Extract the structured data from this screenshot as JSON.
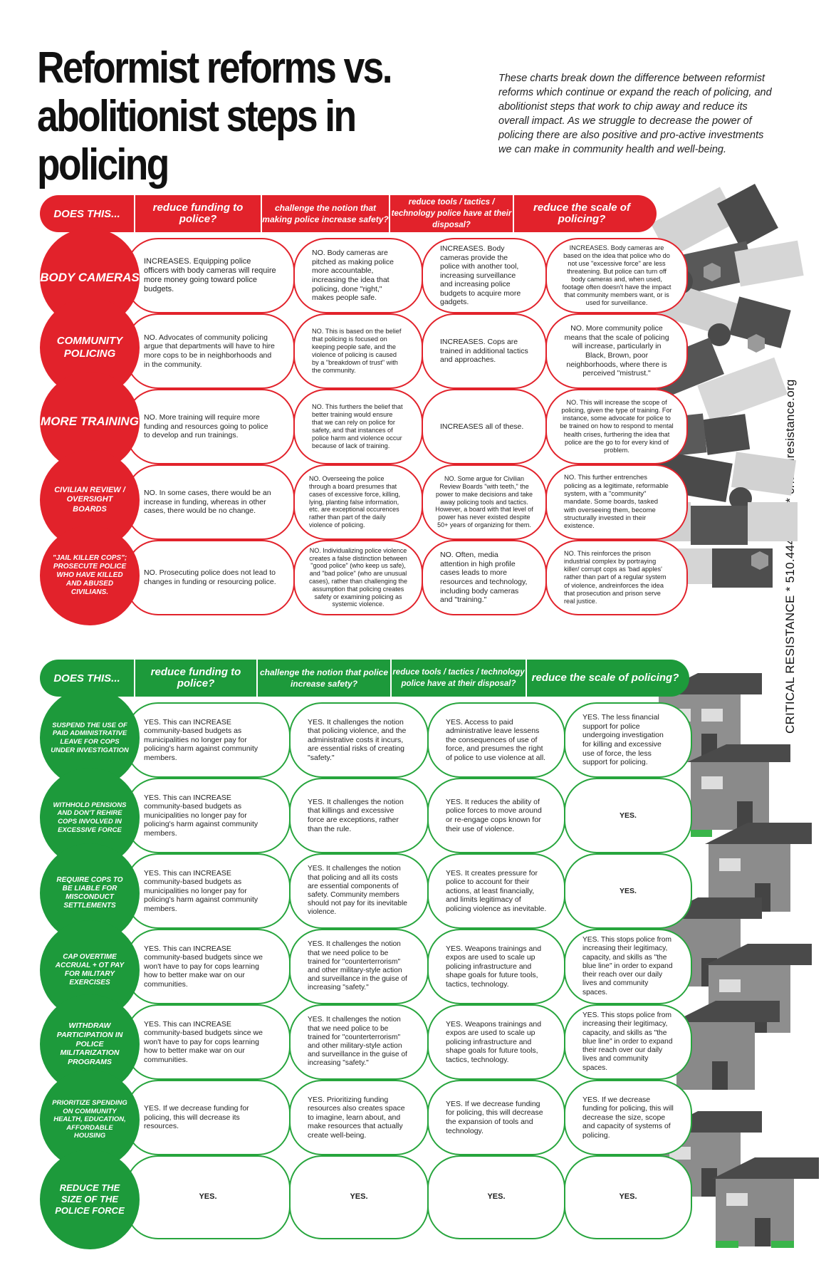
{
  "title": "Reformist reforms vs. abolitionist steps in policing",
  "intro": "These charts break down the difference between reformist reforms which continue or expand the reach of policing, and abolitionist steps that work to chip away and reduce its overall impact. As we struggle to decrease the power of policing there are also positive and pro-active investments we can make in community health and well-being.",
  "sidebar": "CRITICAL RESISTANCE * 510.444.0484 * criticalresistance.org",
  "colors": {
    "red": "#e2222b",
    "green": "#1d9a3b",
    "gray": "#555555"
  },
  "reformist": {
    "header": {
      "label": "DOES THIS...",
      "columns": [
        "reduce funding to police?",
        "challenge the notion that making police increase safety?",
        "reduce tools / tactics / technology police have at their disposal?",
        "reduce the scale of policing?"
      ]
    },
    "rows": [
      {
        "label": "BODY CAMERAS",
        "cells": [
          "INCREASES. Equipping police officers with body cameras will require more money going toward police budgets.",
          "NO. Body cameras are pitched as making police more accountable, increasing the idea that policing, done \"right,\" makes people safe.",
          "INCREASES. Body cameras provide the police with another tool, increasing surveillance and increasing police budgets to acquire more gadgets.",
          "INCREASES. Body cameras are based on the idea that police who do not use \"excessive force\" are less threatening. But police can turn off body cameras and, when used, footage often doesn't have the impact that community members want, or is used for surveillance."
        ]
      },
      {
        "label": "COMMUNITY POLICING",
        "cells": [
          "NO. Advocates of community policing argue that departments will have to hire more cops to be in neighborhoods and in the community.",
          "NO. This is based on the belief that policing is focused on keeping people safe, and the violence of policing is caused by a \"breakdown of trust\" with the community.",
          "INCREASES. Cops are trained in additional tactics and approaches.",
          "NO. More community police means that the scale of policing will increase, particularly in Black, Brown, poor neighborhoods, where there is perceived \"mistrust.\""
        ]
      },
      {
        "label": "MORE TRAINING",
        "cells": [
          "NO. More training will require more funding and resources going to police to develop and run trainings.",
          "NO. This furthers the belief that better training would ensure that we can rely on police for safety, and that instances of police harm and violence occur because of lack of training.",
          "INCREASES all of these.",
          "NO. This will increase the scope of policing, given the type of training. For instance, some advocate for police to be trained on how to respond to mental health crises, furthering the idea that police are the go to for every kind of problem."
        ]
      },
      {
        "label": "CIVILIAN REVIEW / OVERSIGHT BOARDS",
        "cells": [
          "NO. In some cases, there would be an increase in funding, whereas in other cases, there would be no change.",
          "NO. Overseeing the police through a board presumes that cases of excessive force, killing, lying, planting false information, etc. are exceptional occurences rather than part of the daily violence of policing.",
          "NO. Some argue for Civilian Review Boards \"with teeth,\" the power to make decisions and take away policing tools and tactics. However, a board with that level of power has never existed despite 50+ years of organizing for them.",
          "NO. This further entrenches policing as a legitimate, reformable system, with a \"community\" mandate. Some boards, tasked with overseeing them, become structurally invested in their existence."
        ]
      },
      {
        "label": "\"JAIL KILLER COPS\"; PROSECUTE POLICE WHO HAVE KILLED AND ABUSED CIVILIANS.",
        "cells": [
          "NO. Prosecuting police does not lead to changes in funding or resourcing police.",
          "NO. Individualizing police violence creates a false distinction between \"good police\" (who keep us safe), and \"bad police\" (who are unusual cases), rather than challenging the assumption that policing creates safety or examining policing as systemic violence.",
          "NO. Often, media attention in high profile cases leads to more resources and technology, including body cameras and \"training.\"",
          "NO. This reinforces the prison industrial complex by portraying killer/ corrupt cops as 'bad apples' rather than part of a regular system of violence, andreinforces the idea that prosecution and prison serve real justice."
        ]
      }
    ]
  },
  "abolitionist": {
    "header": {
      "label": "DOES THIS...",
      "columns": [
        "reduce funding to police?",
        "challenge the notion that police increase safety?",
        "reduce tools / tactics / technology police have at their disposal?",
        "reduce the scale of policing?"
      ]
    },
    "rows": [
      {
        "label": "SUSPEND THE USE OF PAID ADMINISTRATIVE LEAVE FOR COPS UNDER INVESTIGATION",
        "cells": [
          "YES. This can INCREASE community-based budgets as municipalities no longer pay for policing's harm against community members.",
          "YES. It challenges the notion that policing violence, and the administrative costs it incurs, are essential risks of creating \"safety.\"",
          "YES. Access to paid administrative leave lessens the consequences of use of force, and presumes the right of police to use violence at all.",
          "YES. The less financial support for police undergoing investigation for killing and excessive use of force, the less support for policing."
        ]
      },
      {
        "label": "WITHHOLD PENSIONS AND DON'T REHIRE COPS INVOLVED IN EXCESSIVE FORCE",
        "cells": [
          "YES. This can INCREASE community-based budgets as municipalities no longer pay for policing's harm against community members.",
          "YES. It challenges the notion that killings and excessive force are exceptions, rather than the rule.",
          "YES. It reduces the ability of police forces to move around or re-engage cops known for their use of violence.",
          "YES."
        ]
      },
      {
        "label": "REQUIRE COPS TO BE LIABLE FOR MISCONDUCT SETTLEMENTS",
        "cells": [
          "YES. This can INCREASE community-based budgets as municipalities no longer pay for policing's harm against community members.",
          "YES. It challenges the notion that policing and all its costs are essential components of safety. Community members should not pay for its inevitable violence.",
          "YES. It creates pressure for police to account for their actions, at least financially, and limits legitimacy of policing violence as inevitable.",
          "YES."
        ]
      },
      {
        "label": "CAP OVERTIME ACCRUAL + OT PAY FOR MILITARY EXERCISES",
        "cells": [
          "YES. This can INCREASE community-based budgets since we won't have to pay for cops learning how to better make war on our communities.",
          "YES. It challenges the notion that we need police to be trained for \"counterterrorism\" and other military-style action and surveillance in the guise of increasing \"safety.\"",
          "YES. Weapons trainings and expos are used to scale up policing infrastructure and shape goals for future tools, tactics, technology.",
          "YES. This stops police from increasing their legitimacy, capacity, and skills as \"the blue line\" in order to expand their reach over our daily lives and community spaces."
        ]
      },
      {
        "label": "WITHDRAW PARTICIPATION IN POLICE MILITARIZATION PROGRAMS",
        "cells": [
          "YES. This can INCREASE community-based budgets since we won't have to pay for cops learning how to better make war on our communities.",
          "YES. It challenges the notion that we need police to be trained for \"counterterrorism\" and other military-style action and surveillance in the guise of increasing \"safety.\"",
          "YES. Weapons trainings and expos are used to scale up policing infrastructure and shape goals for future tools, tactics, technology.",
          "YES. This stops police from increasing their legitimacy, capacity, and skills as \"the blue line\" in order to expand their reach over our daily lives and community spaces."
        ]
      },
      {
        "label": "PRIORITIZE SPENDING ON COMMUNITY HEALTH, EDUCATION, AFFORDABLE HOUSING",
        "cells": [
          "YES. If we decrease funding for policing, this will decrease its resources.",
          "YES. Prioritizing funding resources also creates space to imagine, learn about, and make resources that actually create well-being.",
          "YES. If we decrease funding for policing, this will decrease the expansion of tools and technology.",
          "YES. If we decrease funding for policing, this will decrease the size, scope and capacity of systems of policing."
        ]
      },
      {
        "label": "REDUCE THE SIZE OF THE POLICE FORCE",
        "cells": [
          "YES.",
          "YES.",
          "YES.",
          "YES."
        ]
      }
    ]
  }
}
